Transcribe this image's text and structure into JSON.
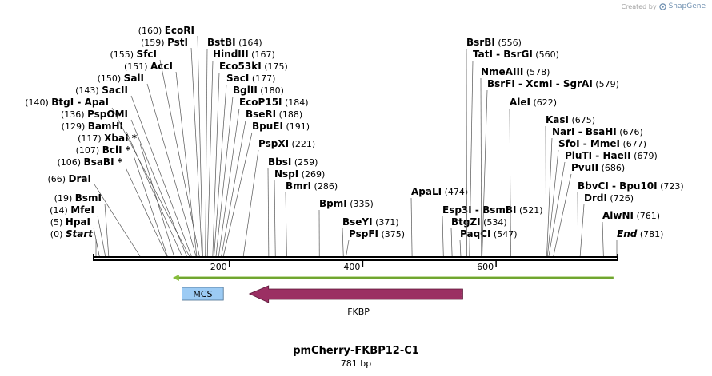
{
  "credit": {
    "prefix": "Created by",
    "brand": "SnapGene"
  },
  "plasmid": {
    "name": "pmCherry-FKBP12-C1",
    "length_label": "781 bp"
  },
  "map": {
    "length": 781,
    "ticks": [
      {
        "pos": 200,
        "label": "200"
      },
      {
        "pos": 400,
        "label": "400"
      },
      {
        "pos": 600,
        "label": "600"
      }
    ]
  },
  "features": {
    "mcs": {
      "label": "MCS",
      "start": 129,
      "end": 191,
      "color": "#9ccbf4"
    },
    "fkbp": {
      "label": "FKBP",
      "start": 230,
      "end": 550,
      "color": "#9b2f63",
      "direction": "reverse"
    },
    "green_line": {
      "start": 115,
      "end": 776,
      "color": "#86bd3b"
    }
  },
  "sites": [
    {
      "name": "Start",
      "pos": 0,
      "pos_label": "(0)",
      "style": "italic",
      "side": "left"
    },
    {
      "name": "HpaI",
      "pos": 5,
      "pos_label": "(5)",
      "side": "left"
    },
    {
      "name": "MfeI",
      "pos": 14,
      "pos_label": "(14)",
      "side": "left"
    },
    {
      "name": "BsmI",
      "pos": 19,
      "pos_label": "(19)",
      "side": "left"
    },
    {
      "name": "DraI",
      "pos": 66,
      "pos_label": "(66)",
      "side": "left"
    },
    {
      "name": "BsaBI *",
      "pos": 106,
      "pos_label": "(106)",
      "side": "left"
    },
    {
      "name": "BclI *",
      "pos": 107,
      "pos_label": "(107)",
      "side": "left"
    },
    {
      "name": "XbaI *",
      "pos": 117,
      "pos_label": "(117)",
      "side": "left"
    },
    {
      "name": "BamHI",
      "pos": 129,
      "pos_label": "(129)",
      "side": "left"
    },
    {
      "name": "PspOMI",
      "pos": 136,
      "pos_label": "(136)",
      "side": "left"
    },
    {
      "name": "BtgI  -  ApaI",
      "pos": 140,
      "pos_label": "(140)",
      "side": "left"
    },
    {
      "name": "SacII",
      "pos": 143,
      "pos_label": "(143)",
      "side": "left"
    },
    {
      "name": "SalI",
      "pos": 150,
      "pos_label": "(150)",
      "side": "left"
    },
    {
      "name": "AccI",
      "pos": 151,
      "pos_label": "(151)",
      "side": "left"
    },
    {
      "name": "SfcI",
      "pos": 155,
      "pos_label": "(155)",
      "side": "left"
    },
    {
      "name": "PstI",
      "pos": 159,
      "pos_label": "(159)",
      "side": "left"
    },
    {
      "name": "EcoRI",
      "pos": 160,
      "pos_label": "(160)",
      "side": "left"
    },
    {
      "name": "BstBI",
      "pos": 164,
      "pos_label": "(164)",
      "side": "right"
    },
    {
      "name": "HindIII",
      "pos": 167,
      "pos_label": "(167)",
      "side": "right"
    },
    {
      "name": "Eco53kI",
      "pos": 175,
      "pos_label": "(175)",
      "side": "right"
    },
    {
      "name": "SacI",
      "pos": 177,
      "pos_label": "(177)",
      "side": "right"
    },
    {
      "name": "BglII",
      "pos": 180,
      "pos_label": "(180)",
      "side": "right"
    },
    {
      "name": "EcoP15I",
      "pos": 184,
      "pos_label": "(184)",
      "side": "right"
    },
    {
      "name": "BseRI",
      "pos": 188,
      "pos_label": "(188)",
      "side": "right"
    },
    {
      "name": "BpuEI",
      "pos": 191,
      "pos_label": "(191)",
      "side": "right"
    },
    {
      "name": "PspXI",
      "pos": 221,
      "pos_label": "(221)",
      "side": "right"
    },
    {
      "name": "BbsI",
      "pos": 259,
      "pos_label": "(259)",
      "side": "right"
    },
    {
      "name": "NspI",
      "pos": 269,
      "pos_label": "(269)",
      "side": "right"
    },
    {
      "name": "BmrI",
      "pos": 286,
      "pos_label": "(286)",
      "side": "right"
    },
    {
      "name": "BpmI",
      "pos": 335,
      "pos_label": "(335)",
      "side": "right"
    },
    {
      "name": "BseYI",
      "pos": 371,
      "pos_label": "(371)",
      "side": "right"
    },
    {
      "name": "PspFI",
      "pos": 375,
      "pos_label": "(375)",
      "side": "right"
    },
    {
      "name": "ApaLI",
      "pos": 474,
      "pos_label": "(474)",
      "side": "right"
    },
    {
      "name": "Esp3I  -  BsmBI",
      "pos": 521,
      "pos_label": "(521)",
      "side": "right"
    },
    {
      "name": "BtgZI",
      "pos": 534,
      "pos_label": "(534)",
      "side": "right"
    },
    {
      "name": "PaqCI",
      "pos": 547,
      "pos_label": "(547)",
      "side": "right"
    },
    {
      "name": "BsrBI",
      "pos": 556,
      "pos_label": "(556)",
      "side": "right"
    },
    {
      "name": "TatI  -  BsrGI",
      "pos": 560,
      "pos_label": "(560)",
      "side": "right"
    },
    {
      "name": "NmeAIII",
      "pos": 578,
      "pos_label": "(578)",
      "side": "right"
    },
    {
      "name": "BsrFI  -  XcmI  -  SgrAI",
      "pos": 579,
      "pos_label": "(579)",
      "side": "right"
    },
    {
      "name": "AleI",
      "pos": 622,
      "pos_label": "(622)",
      "side": "right"
    },
    {
      "name": "KasI",
      "pos": 675,
      "pos_label": "(675)",
      "side": "right"
    },
    {
      "name": "NarI  -  BsaHI",
      "pos": 676,
      "pos_label": "(676)",
      "side": "right"
    },
    {
      "name": "SfoI  -  MmeI",
      "pos": 677,
      "pos_label": "(677)",
      "side": "right"
    },
    {
      "name": "PluTI  -  HaeII",
      "pos": 679,
      "pos_label": "(679)",
      "side": "right"
    },
    {
      "name": "PvuII",
      "pos": 686,
      "pos_label": "(686)",
      "side": "right"
    },
    {
      "name": "BbvCI  -  Bpu10I",
      "pos": 723,
      "pos_label": "(723)",
      "side": "right"
    },
    {
      "name": "DrdI",
      "pos": 726,
      "pos_label": "(726)",
      "side": "right"
    },
    {
      "name": "AlwNI",
      "pos": 761,
      "pos_label": "(761)",
      "side": "right"
    },
    {
      "name": "End",
      "pos": 781,
      "pos_label": "(781)",
      "style": "italic",
      "side": "right"
    }
  ]
}
